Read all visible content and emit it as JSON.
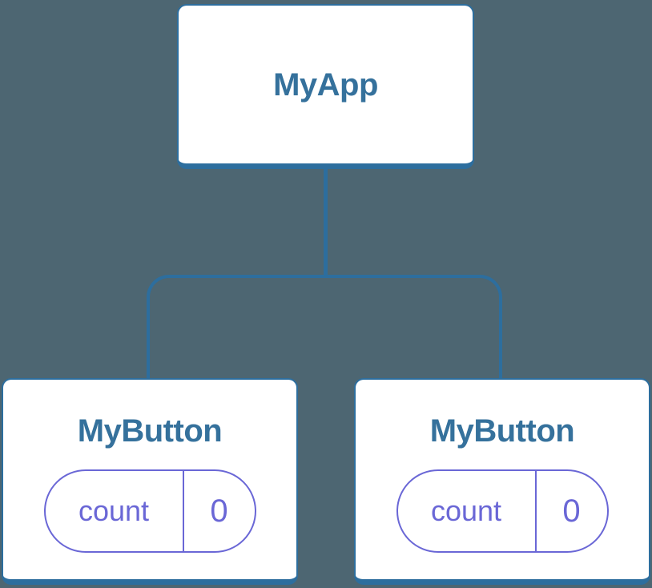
{
  "diagram": {
    "type": "component-tree",
    "background_color": "#4d6672",
    "connector_color": "#2d6e9e",
    "node_border_color": "#2d6e9e",
    "node_title_color": "#35719c",
    "state_accent_color": "#6a67d6",
    "root": {
      "label": "MyApp"
    },
    "children": [
      {
        "label": "MyButton",
        "state": {
          "name": "count",
          "value": "0"
        }
      },
      {
        "label": "MyButton",
        "state": {
          "name": "count",
          "value": "0"
        }
      }
    ]
  }
}
